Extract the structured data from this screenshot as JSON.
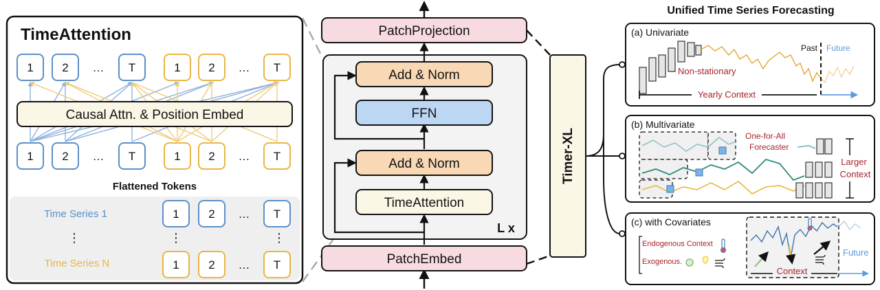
{
  "time_attention_panel": {
    "title": "TimeAttention",
    "top_tokens": [
      "1",
      "2",
      "…",
      "T",
      "1",
      "2",
      "…",
      "T"
    ],
    "attention_block_label": "Causal Attn. & Position Embed",
    "bottom_tokens": [
      "1",
      "2",
      "…",
      "T",
      "1",
      "2",
      "…",
      "T"
    ],
    "flattened_label": "Flattened Tokens",
    "series_1_label": "Time Series 1",
    "series_n_label": "Time Series N",
    "series_1_tokens": [
      "1",
      "2",
      "…",
      "T"
    ],
    "series_n_tokens": [
      "1",
      "2",
      "…",
      "T"
    ],
    "vertical_dots": "⋮",
    "colors": {
      "series_1": "#5b8fc9",
      "series_n": "#e9b640"
    }
  },
  "architecture": {
    "patch_projection": "PatchProjection",
    "add_norm_top": "Add & Norm",
    "ffn": "FFN",
    "add_norm_bottom": "Add & Norm",
    "time_attention": "TimeAttention",
    "repeat_label": "L x",
    "patch_embed": "PatchEmbed",
    "model_name": "Timer-XL"
  },
  "forecasting": {
    "title": "Unified Time Series Forecasting",
    "univariate": {
      "label": "(a) Univariate",
      "non_stationary": "Non-stationary",
      "yearly_context": "Yearly Context",
      "past": "Past",
      "future": "Future"
    },
    "multivariate": {
      "label": "(b) Multivariate",
      "one_for_all": "One-for-All",
      "forecaster": "Forecaster",
      "larger": "Larger",
      "context": "Context"
    },
    "covariates": {
      "label": "(c) with Covariates",
      "endogenous": "Endogenous Context",
      "exogenous": "Exogenous.",
      "context": "Context",
      "future": "Future"
    }
  }
}
